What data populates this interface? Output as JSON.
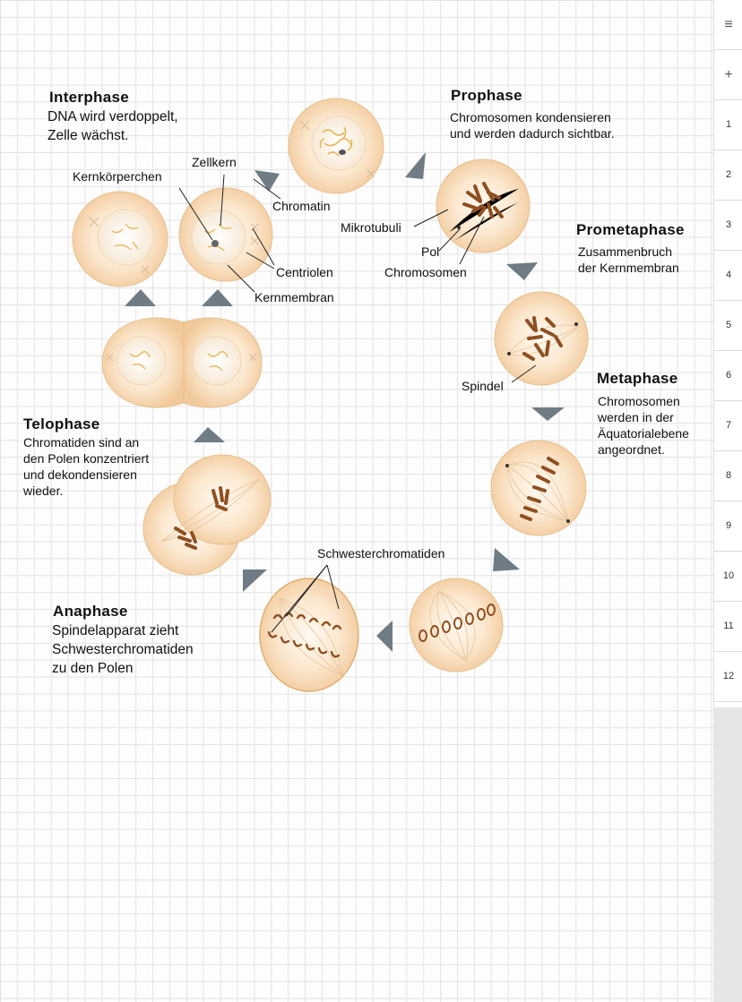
{
  "phases": {
    "interphase": {
      "title": "Interphase",
      "desc": "DNA wird verdoppelt,\nZelle wächst."
    },
    "prophase": {
      "title": "Prophase",
      "desc": "Chromosomen kondensieren\nund werden dadurch sichtbar."
    },
    "prometaphase": {
      "title": "Prometaphase",
      "desc": "Zusammenbruch\nder Kernmembran"
    },
    "metaphase": {
      "title": "Metaphase",
      "desc": "Chromosomen\nwerden in der\nÄquatorialebene\nangeordnet."
    },
    "telophase": {
      "title": "Telophase",
      "desc": "Chromatiden sind an\nden Polen konzentriert\nund dekondensieren\nwieder."
    },
    "anaphase": {
      "title": "Anaphase",
      "desc": "Spindelapparat zieht\nSchwesterchromatiden\nzu den Polen"
    }
  },
  "labels": {
    "zellkern": "Zellkern",
    "kernkoerperchen": "Kernkörperchen",
    "chromatin": "Chromatin",
    "mikrotubuli": "Mikrotubuli",
    "pol": "Pol",
    "chromosomen": "Chromosomen",
    "centriolen": "Centriolen",
    "kernmembran": "Kernmembran",
    "spindel": "Spindel",
    "schwesterchromatiden": "Schwesterchromatiden"
  },
  "sidebar": {
    "menu_icon": "≡",
    "add_icon": "+",
    "pages": [
      "1",
      "2",
      "3",
      "4",
      "5",
      "6",
      "7",
      "8",
      "9",
      "10",
      "11",
      "12"
    ]
  },
  "colors": {
    "cell": "#f6d7b0",
    "cell_edge": "#e2b47c",
    "chromosome": "#9a5a2a",
    "arrow": "#6f7c84"
  }
}
